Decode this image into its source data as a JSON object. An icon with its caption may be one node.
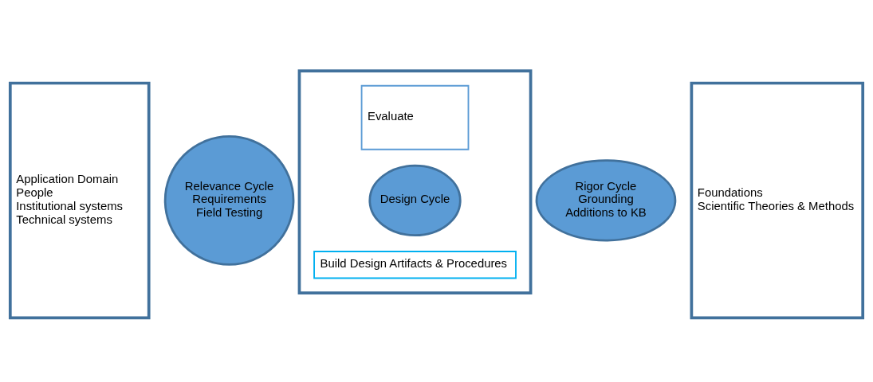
{
  "diagram": {
    "nodes": [
      {
        "text": [
          "Application Domain",
          "People",
          "Institutional systems",
          "Technical systems"
        ]
      },
      {
        "text": [
          "Relevance Cycle",
          "Requirements",
          "Field Testing"
        ]
      },
      {
        "text": [],
        "shape": "box"
      },
      {
        "text": [
          "Build Design Artifacts & Procedures"
        ],
        "in": 2
      },
      {
        "text": [
          "Design Cycle"
        ],
        "in": 2
      },
      {
        "text": [
          "Evaluate"
        ],
        "in": 2
      },
      {
        "text": [
          "Rigor Cycle",
          "Grounding",
          "Additions to KB"
        ]
      },
      {
        "text": [
          "Foundations",
          "Scientific Theories & Methods"
        ]
      }
    ],
    "edges": []
  }
}
